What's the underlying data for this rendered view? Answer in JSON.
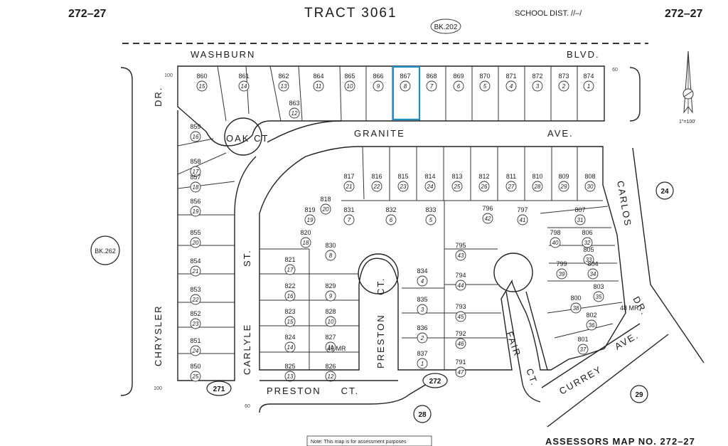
{
  "header": {
    "left_map_no": "272–27",
    "right_map_no": "272–27",
    "tract": "TRACT 3061",
    "school_dist": "SCHOOL DIST. //–/",
    "book_ref_top": "BK.202"
  },
  "streets": {
    "washburn": "WASHBURN",
    "blvd": "BLVD.",
    "granite": "GRANITE",
    "ave": "AVE.",
    "oak_ct": "OAK CT.",
    "carlos": "CARLOS",
    "dr_right": "DR.",
    "chrysler": "CHRYSLER",
    "dr_left": "DR.",
    "carlyle": "CARLYLE",
    "st": "ST.",
    "preston_ct_bottom": "PRESTON     CT.",
    "preston_ct_mid": "PRESTON",
    "ct_mid": "CT.",
    "fair": "FAIR",
    "fair_ct": "CT.",
    "currey": "CURREY",
    "currey_ave": "AVE."
  },
  "book_circles": {
    "bk262": "BK.262",
    "c24": "24",
    "c29": "29",
    "c28": "28",
    "c271": "271",
    "c272": "272"
  },
  "highlight": {
    "lot": "867",
    "sub": "8",
    "color": "#1f8fc9"
  },
  "top_row_lots": [
    {
      "lot": "860",
      "sub": "15"
    },
    {
      "lot": "861",
      "sub": "14"
    },
    {
      "lot": "862",
      "sub": "13"
    },
    {
      "lot": "864",
      "sub": "11"
    },
    {
      "lot": "865",
      "sub": "10"
    },
    {
      "lot": "866",
      "sub": "9"
    },
    {
      "lot": "867",
      "sub": "8"
    },
    {
      "lot": "868",
      "sub": "7"
    },
    {
      "lot": "869",
      "sub": "6"
    },
    {
      "lot": "870",
      "sub": "5"
    },
    {
      "lot": "871",
      "sub": "4"
    },
    {
      "lot": "872",
      "sub": "3"
    },
    {
      "lot": "873",
      "sub": "2"
    },
    {
      "lot": "874",
      "sub": "1"
    }
  ],
  "granite_south_lots": [
    {
      "lot": "817",
      "sub": "21"
    },
    {
      "lot": "816",
      "sub": "22"
    },
    {
      "lot": "815",
      "sub": "23"
    },
    {
      "lot": "814",
      "sub": "24"
    },
    {
      "lot": "813",
      "sub": "25"
    },
    {
      "lot": "812",
      "sub": "26"
    },
    {
      "lot": "811",
      "sub": "27"
    },
    {
      "lot": "810",
      "sub": "28"
    },
    {
      "lot": "809",
      "sub": "29"
    },
    {
      "lot": "808",
      "sub": "30"
    }
  ],
  "west_column_lots": [
    {
      "lot": "859",
      "sub": "16"
    },
    {
      "lot": "858",
      "sub": "17"
    },
    {
      "lot": "857",
      "sub": "18"
    },
    {
      "lot": "856",
      "sub": "19"
    },
    {
      "lot": "855",
      "sub": "20"
    },
    {
      "lot": "854",
      "sub": "21"
    },
    {
      "lot": "853",
      "sub": "22"
    },
    {
      "lot": "852",
      "sub": "23"
    },
    {
      "lot": "851",
      "sub": "24"
    },
    {
      "lot": "850",
      "sub": "25"
    }
  ],
  "carlyle_east_lots": [
    {
      "lot": "821",
      "sub": "17"
    },
    {
      "lot": "822",
      "sub": "16"
    },
    {
      "lot": "823",
      "sub": "15"
    },
    {
      "lot": "824",
      "sub": "14"
    },
    {
      "lot": "825",
      "sub": "13"
    }
  ],
  "inner_west_lots": [
    {
      "lot": "830",
      "sub": "8"
    },
    {
      "lot": "829",
      "sub": "9"
    },
    {
      "lot": "828",
      "sub": "10"
    },
    {
      "lot": "827",
      "sub": "11"
    },
    {
      "lot": "826",
      "sub": "12"
    }
  ],
  "preston_east_lots": [
    {
      "lot": "834",
      "sub": "4"
    },
    {
      "lot": "835",
      "sub": "3"
    },
    {
      "lot": "836",
      "sub": "2"
    },
    {
      "lot": "837",
      "sub": "1"
    }
  ],
  "fair_west_lots": [
    {
      "lot": "795",
      "sub": "43"
    },
    {
      "lot": "794",
      "sub": "44"
    },
    {
      "lot": "793",
      "sub": "45"
    },
    {
      "lot": "792",
      "sub": "46"
    },
    {
      "lot": "791",
      "sub": "47"
    }
  ],
  "east_lots": [
    {
      "lot": "807",
      "sub": "31"
    },
    {
      "lot": "806",
      "sub": "32"
    },
    {
      "lot": "805",
      "sub": "33"
    },
    {
      "lot": "804",
      "sub": "34"
    },
    {
      "lot": "803",
      "sub": "35"
    },
    {
      "lot": "802",
      "sub": "36"
    },
    {
      "lot": "801",
      "sub": "37"
    },
    {
      "lot": "800",
      "sub": "38"
    },
    {
      "lot": "799",
      "sub": "39"
    },
    {
      "lot": "798",
      "sub": "40"
    },
    {
      "lot": "797",
      "sub": "41"
    },
    {
      "lot": "796",
      "sub": "42"
    }
  ],
  "misc_lots": [
    {
      "lot": "863",
      "sub": "12"
    },
    {
      "lot": "818",
      "sub": "20"
    },
    {
      "lot": "819",
      "sub": "19"
    },
    {
      "lot": "820",
      "sub": "18"
    },
    {
      "lot": "831",
      "sub": "7"
    },
    {
      "lot": "832",
      "sub": "6"
    },
    {
      "lot": "833",
      "sub": "5"
    }
  ],
  "labels": {
    "mr_a": "49 MR",
    "mr_b": "48 MR",
    "scale": "1\"=100'",
    "note": "Note: This map is for assessment purposes",
    "footer": "ASSESSORS  MAP  NO.  272–27"
  }
}
